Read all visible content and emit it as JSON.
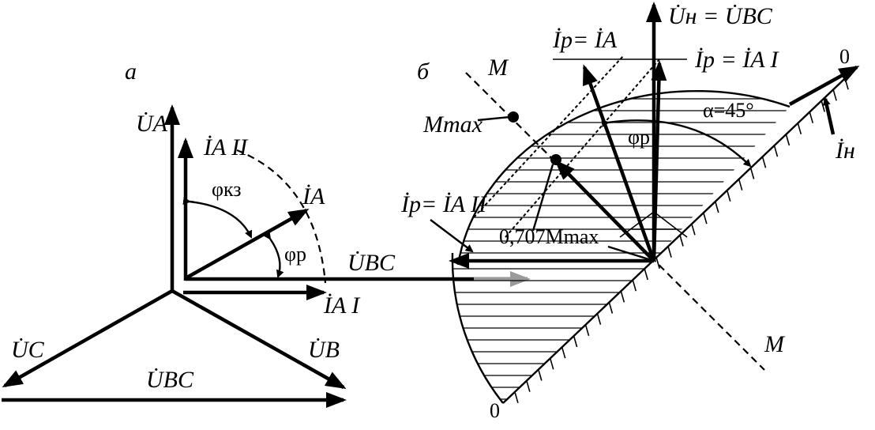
{
  "panel_a": {
    "panel_label": "а",
    "labels": {
      "UA": "U̇A",
      "IAII": "İA II",
      "phi_kz": "φкз",
      "IA": "İA",
      "phi_p": "φр",
      "UBC_right": "U̇BC",
      "IAI": "İA I",
      "UC": "U̇C",
      "UB": "U̇B",
      "UBC_bottom": "U̇BC"
    }
  },
  "panel_b": {
    "panel_label": "б",
    "labels": {
      "UH_eq_UBC": "U̇н = U̇BC",
      "Ip_eq_IA": "İр= İA",
      "Ip_eq_IAI": "İр = İA I",
      "M_top": "M",
      "zero_top": "0",
      "Mmax": "Mmax",
      "alpha": "α=45°",
      "phi_p": "φр",
      "IH": "İн",
      "Ip_eq_IAII": "İр= İA II",
      "M0707": "0,707Mmax",
      "M_bottom": "M",
      "zero_bottom": "0"
    }
  }
}
